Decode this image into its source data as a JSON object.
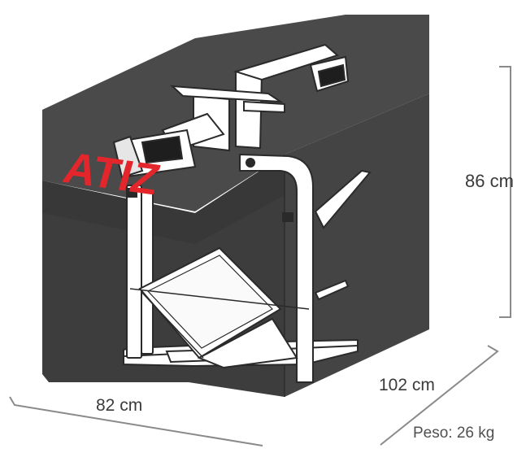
{
  "brand": {
    "logo_text": "ATIZ",
    "logo_color": "#e3262b"
  },
  "dimensions": {
    "height": "86 cm",
    "depth": "102 cm",
    "width": "82 cm"
  },
  "weight": "Peso: 26 kg",
  "colors": {
    "cover_top": "#4a4a4a",
    "cover_left": "#3d3d3d",
    "cover_right": "#444444",
    "frame_fill": "#ffffff",
    "frame_stroke": "#2a2a2a",
    "dimension_line": "#8a8a8a",
    "label_text": "#3a3a3a"
  }
}
